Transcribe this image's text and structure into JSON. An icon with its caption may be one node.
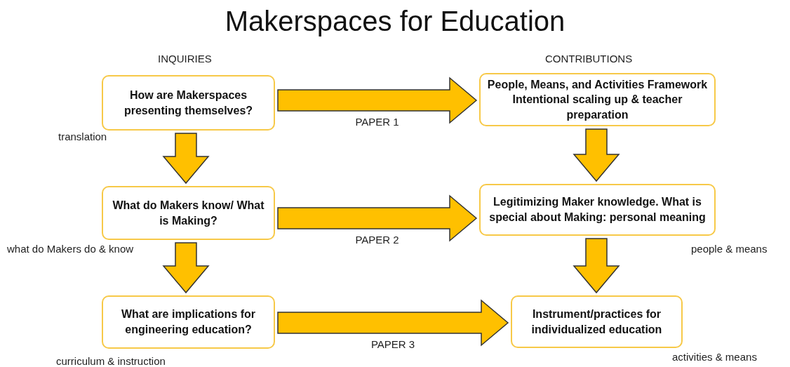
{
  "diagram": {
    "title": "Makerspaces for Education",
    "nodes": [
      {
        "text": [
          "How are Makerspaces presenting themselves?"
        ]
      },
      {
        "text": [
          "People, Means, and Activities Framework Intentional scaling up & teacher preparation"
        ]
      },
      {
        "text": [
          "What do Makers know/ What is Making?"
        ]
      },
      {
        "text": [
          "Legitimizing Maker knowledge. What is special about Making: personal meaning"
        ]
      },
      {
        "text": [
          "What are implications for engineering education?"
        ]
      },
      {
        "text": [
          "Instrument/practices for individualized education"
        ]
      }
    ],
    "edges": [
      {
        "from": 0,
        "to": 1,
        "arrow": "to",
        "label": "PAPER 1"
      },
      {
        "from": 0,
        "to": 2,
        "arrow": "to"
      },
      {
        "from": 1,
        "to": 3,
        "arrow": "to"
      },
      {
        "from": 2,
        "to": 3,
        "arrow": "to",
        "label": "PAPER 2"
      },
      {
        "from": 2,
        "to": 4,
        "arrow": "to"
      },
      {
        "from": 3,
        "to": 5,
        "arrow": "to"
      },
      {
        "from": 4,
        "to": 5,
        "arrow": "to",
        "label": "PAPER 3"
      }
    ],
    "labels": [
      "INQUIRIES",
      "CONTRIBUTIONS",
      "translation",
      "what do Makers do & know",
      "people & means",
      "curriculum & instruction",
      "activities & means"
    ]
  }
}
